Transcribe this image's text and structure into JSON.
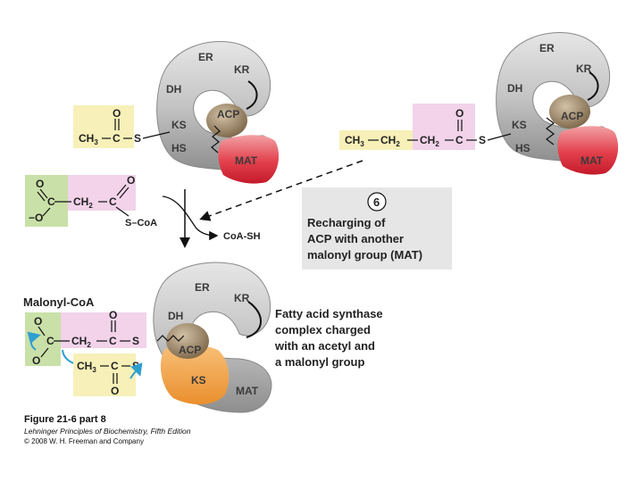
{
  "step": {
    "number": "6",
    "lines": [
      "Recharging of",
      "ACP with another",
      "malonyl group (MAT)"
    ]
  },
  "domains": {
    "er": "ER",
    "kr": "KR",
    "dh": "DH",
    "ks": "KS",
    "hs": "HS",
    "acp": "ACP",
    "mat": "MAT"
  },
  "chem": {
    "ch3": "CH",
    "ch2": "CH",
    "sub3": "3",
    "sub2": "2",
    "c": "C",
    "o": "O",
    "s": "S",
    "minus_o": "O",
    "minus": "−",
    "s_coa": "S–CoA",
    "coa_sh": "CoA-SH",
    "malonyl_coa": "Malonyl-CoA"
  },
  "description_lines": [
    "Fatty acid synthase",
    "complex charged",
    "with an acetyl and",
    "a malonyl group"
  ],
  "figure": {
    "title": "Figure 21-6 part 8",
    "book": "Lehninger Principles of Biochemistry, Fifth Edition",
    "copyright": "© 2008 W. H. Freeman and Company"
  },
  "colors": {
    "yellow_box": "#f7f0b8",
    "pink_box": "#f2d3ea",
    "green_box": "#c9e0a8",
    "gray_box": "#e6e6e6",
    "enzyme_gray": "#c8c8c8",
    "acp_brown": "#a08a6a",
    "mat_red": "#d83a45",
    "ks_orange": "#f0a050",
    "arrow_blue": "#2f9fd0"
  }
}
